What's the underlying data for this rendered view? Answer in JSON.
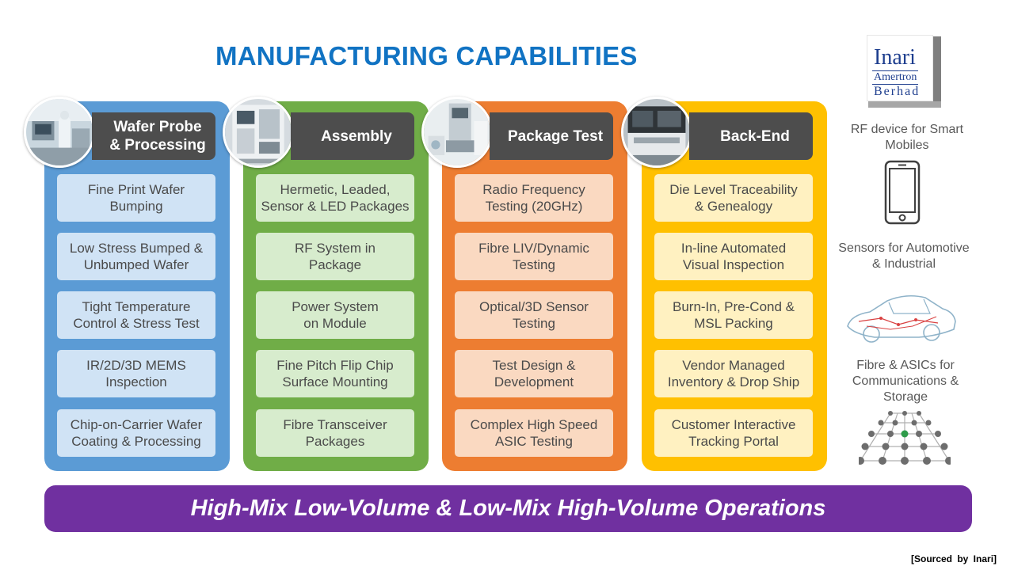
{
  "title": "MANUFACTURING CAPABILITIES",
  "columns": [
    {
      "header": "Wafer Probe\n& Processing",
      "color": "#5b9bd5",
      "items": [
        "Fine Print Wafer\nBumping",
        "Low Stress Bumped &\nUnbumped Wafer",
        "Tight Temperature\nControl & Stress Test",
        "IR/2D/3D MEMS\nInspection",
        "Chip-on-Carrier Wafer\nCoating & Processing"
      ]
    },
    {
      "header": "Assembly",
      "color": "#70ad47",
      "items": [
        "Hermetic, Leaded,\nSensor & LED Packages",
        "RF System in\nPackage",
        "Power System\non Module",
        "Fine Pitch Flip Chip\nSurface Mounting",
        "Fibre Transceiver\nPackages"
      ]
    },
    {
      "header": "Package Test",
      "color": "#ed7d31",
      "items": [
        "Radio Frequency\nTesting (20GHz)",
        "Fibre LIV/Dynamic\nTesting",
        "Optical/3D Sensor\nTesting",
        "Test Design &\nDevelopment",
        "Complex High Speed\nASIC Testing"
      ]
    },
    {
      "header": "Back-End",
      "color": "#ffc000",
      "items": [
        "Die Level Traceability\n& Genealogy",
        "In-line Automated\nVisual Inspection",
        "Burn-In, Pre-Cond &\nMSL Packing",
        "Vendor Managed\nInventory & Drop Ship",
        "Customer Interactive\nTracking Portal"
      ]
    }
  ],
  "logo": {
    "line1": "Inari",
    "line2": "Amertron",
    "line3": "Berhad"
  },
  "applications": [
    {
      "label": "RF device for Smart\nMobiles",
      "icon": "smartphone-icon"
    },
    {
      "label": "Sensors for Automotive\n& Industrial",
      "icon": "car-sensor-icon"
    },
    {
      "label": "Fibre & ASICs for\nCommunications &\nStorage",
      "icon": "network-icon"
    }
  ],
  "banner": "High-Mix Low-Volume & Low-Mix High-Volume Operations",
  "source": "[Sourced by Inari]",
  "colors": {
    "title": "#1173c3",
    "header_bg": "#4d4d4d",
    "banner_bg": "#7030a0"
  }
}
